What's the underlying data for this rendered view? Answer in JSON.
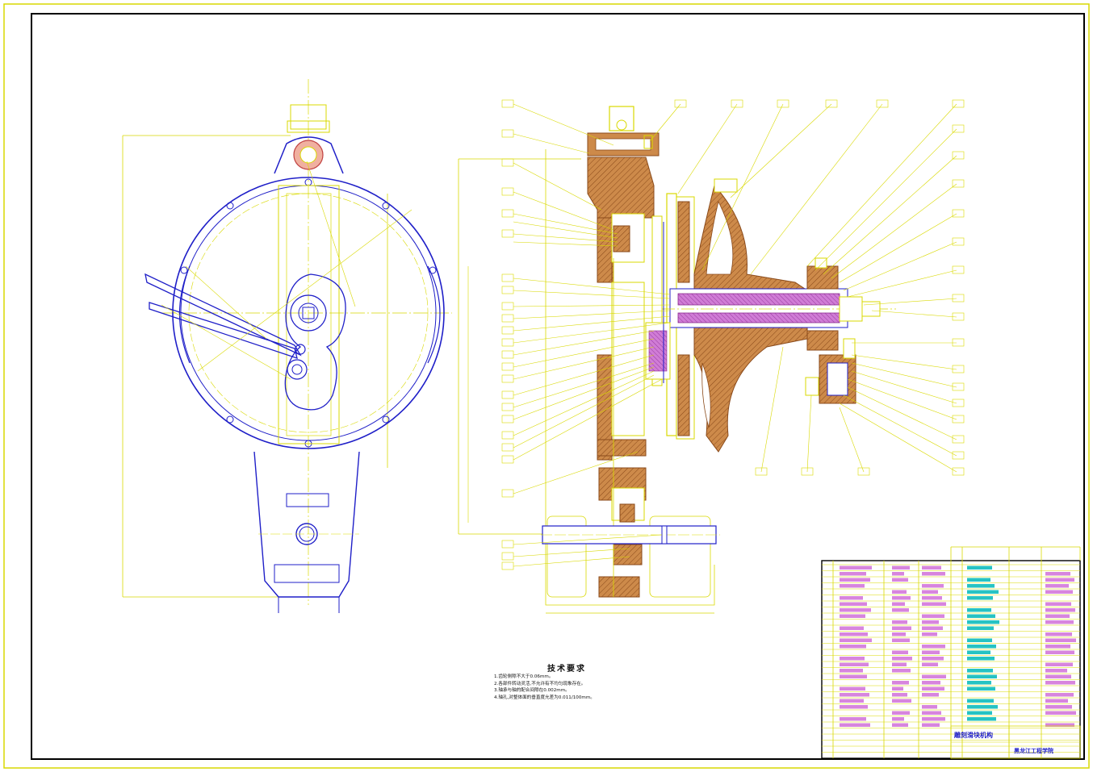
{
  "technical_requirements": {
    "title": "技术要求",
    "items": [
      "1.齿轮侧隙不大于0.06mm。",
      "2.各部件转动灵活,不允许有不均匀现象存在。",
      "3.轴承与轴的配合间隙在0.002mm。",
      "4.轴孔,对整体面的垂直度允差为0.011/100mm。"
    ]
  },
  "title_block": {
    "title": "雕刻滑块机构",
    "school": "黑龙江工程学院"
  },
  "colors": {
    "frame": "#d9d900",
    "blue": "#1f1fc8",
    "section": "#c8783c",
    "shaft": "#d070d8",
    "cyan": "#00b8b8"
  }
}
